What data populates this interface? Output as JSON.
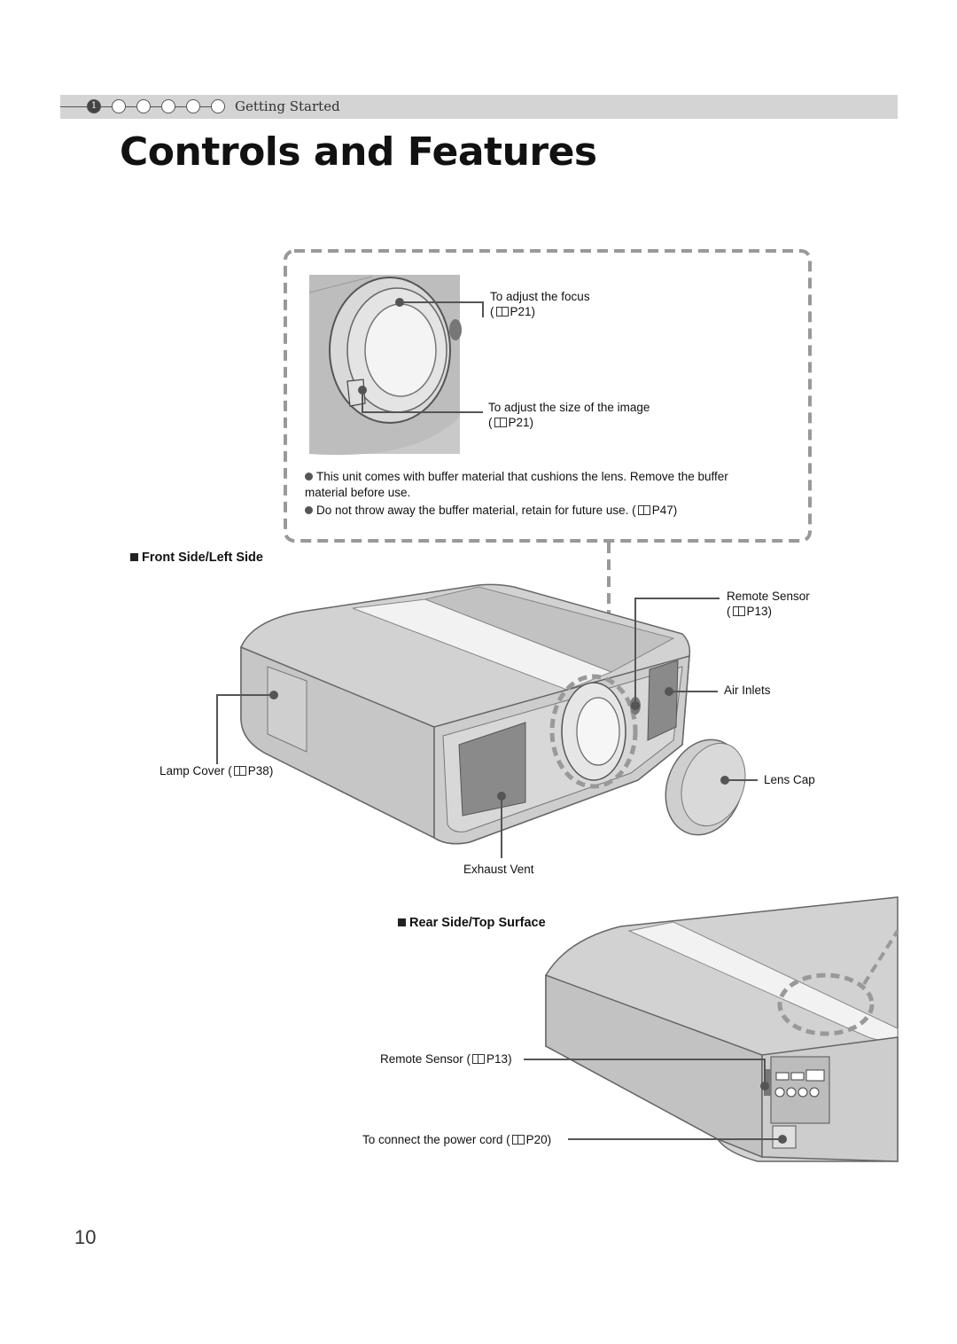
{
  "header": {
    "step_numbers": [
      "1",
      "",
      "",
      "",
      "",
      ""
    ],
    "active_step": 1,
    "section_label": "Getting Started"
  },
  "page_title": "Controls and Features",
  "callout": {
    "focus_label": "To adjust the focus",
    "focus_ref": "P21",
    "size_label": "To adjust the size of the image",
    "size_ref": "P21",
    "notes": [
      {
        "text": "This unit comes with buffer material that cushions the lens. Remove the buffer material before use."
      },
      {
        "text": "Do not throw away the buffer material, retain for future use. (",
        "ref": "P47",
        "close": ")"
      }
    ]
  },
  "front_section": {
    "heading": "Front Side/Left Side",
    "remote_sensor_label": "Remote Sensor",
    "remote_sensor_ref": "P13",
    "air_inlets_label": "Air Inlets",
    "lamp_cover_label": "Lamp Cover (",
    "lamp_cover_ref": "P38",
    "lens_cap_label": "Lens Cap",
    "exhaust_vent_label": "Exhaust Vent"
  },
  "rear_section": {
    "heading": "Rear Side/Top Surface",
    "remote_sensor_label": "Remote Sensor (",
    "remote_sensor_ref": "P13",
    "power_cord_label": "To connect the power cord (",
    "power_cord_ref": "P20"
  },
  "page_number": "10"
}
